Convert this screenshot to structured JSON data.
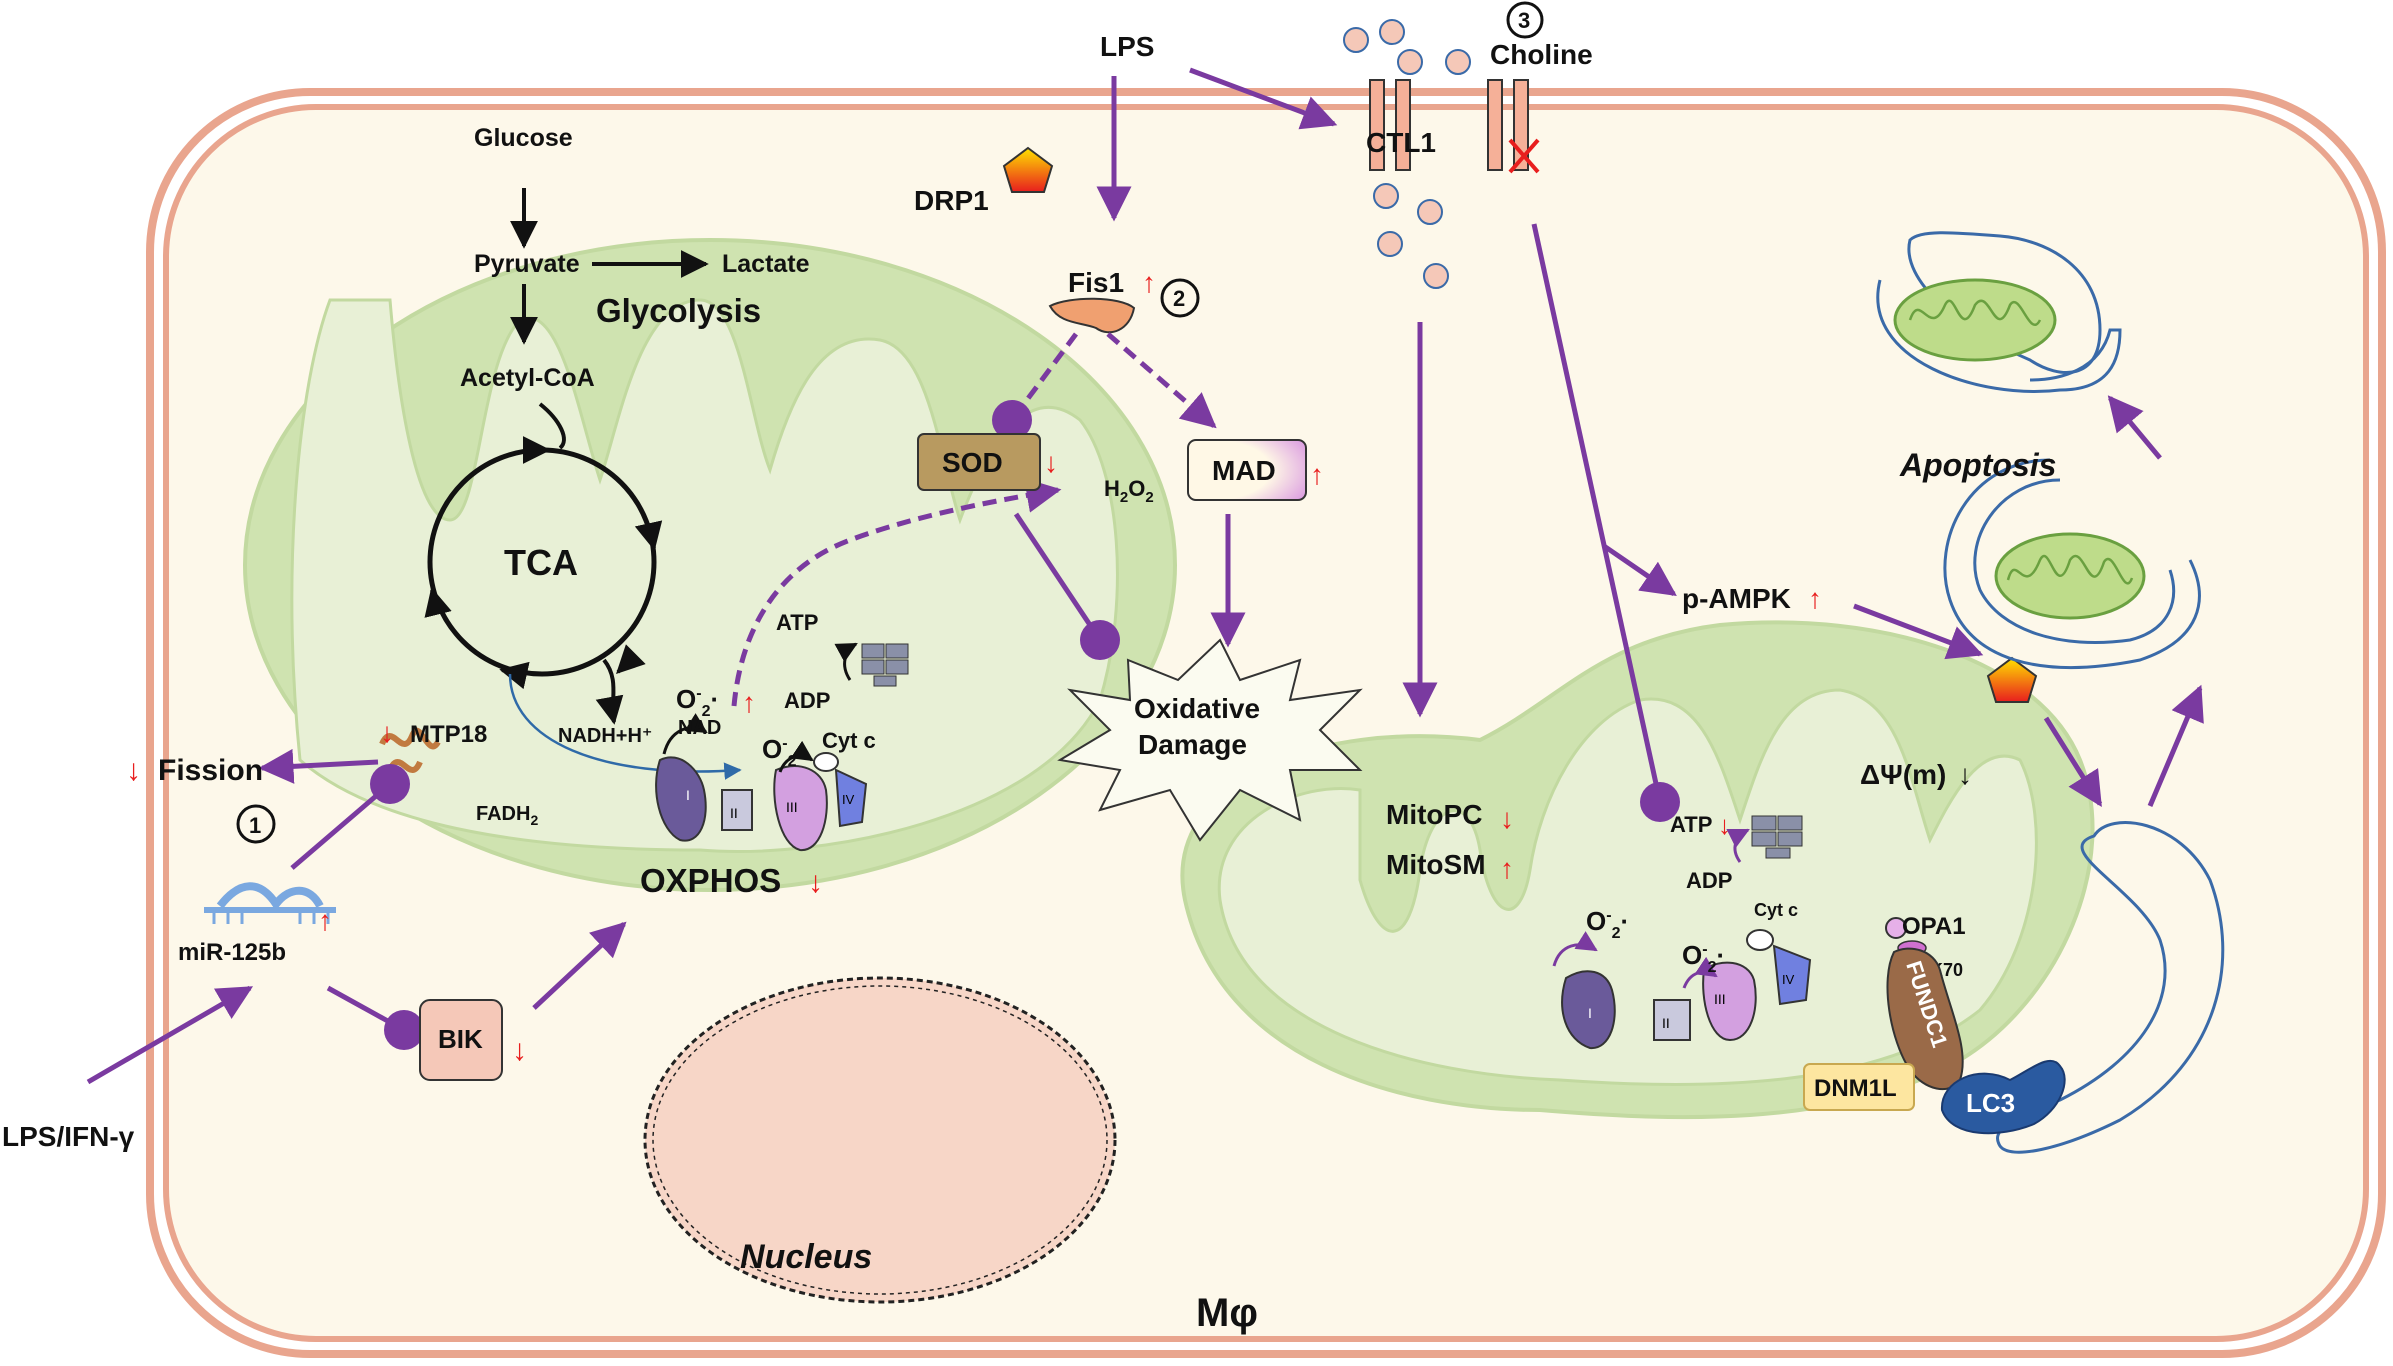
{
  "colors": {
    "cell_border": "#e9a58e",
    "cell_fill": "#fdf8ea",
    "mito_fill": "#cfe3b0",
    "mito_light": "#e6f0d3",
    "arrow_purple": "#7a3aa0",
    "up_down_red": "#e81e1e",
    "nucleus_fill": "#f7d6c7"
  },
  "labels": {
    "lps_top": "LPS",
    "choline": "Choline",
    "circle3": "3",
    "ctl1": "CTL1",
    "glucose": "Glucose",
    "pyruvate": "Pyruvate",
    "lactate": "Lactate",
    "glycolysis": "Glycolysis",
    "acetyl_coa": "Acetyl-CoA",
    "tca": "TCA",
    "drp1": "DRP1",
    "fis1": "Fis1",
    "circle2": "2",
    "sod": "SOD",
    "mad": "MAD",
    "h2o2_main": "H",
    "h2o2_sub1": "2",
    "h2o2_o": "O",
    "h2o2_sub2": "2",
    "atp_left": "ATP",
    "adp_left": "ADP",
    "oxidative_damage_1": "Oxidative",
    "oxidative_damage_2": "Damage",
    "o2_left_1": "O",
    "o2_sup": "2",
    "o2_charge": "-",
    "o2_dot": "·",
    "nad": "NAD",
    "nadh": "NADH+H⁺",
    "cyt_c_left": "Cyt c",
    "fadh2_main": "FADH",
    "fadh2_sub": "2",
    "mtp18": "MTP18",
    "fission": "Fission",
    "circle1": "1",
    "mir125b": "miR-125b",
    "bik": "BIK",
    "oxphos": "OXPHOS",
    "lps_ifn": "LPS/IFN-γ",
    "nucleus": "Nucleus",
    "mphi": "Mφ",
    "p_ampk": "p-AMPK",
    "apoptosis": "Apoptosis",
    "delta_psi": "ΔΨ(m)",
    "mitopc": "MitoPC",
    "mitosm": "MitoSM",
    "atp_right": "ATP",
    "adp_right": "ADP",
    "cyt_c_right": "Cyt c",
    "opa1": "OPA1",
    "k70": "K70",
    "fundc1": "FUNDC1",
    "dnm1l": "DNM1L",
    "lc3": "LC3",
    "complex_i": "I",
    "complex_ii": "II",
    "complex_iii": "III",
    "complex_iv": "IV"
  }
}
